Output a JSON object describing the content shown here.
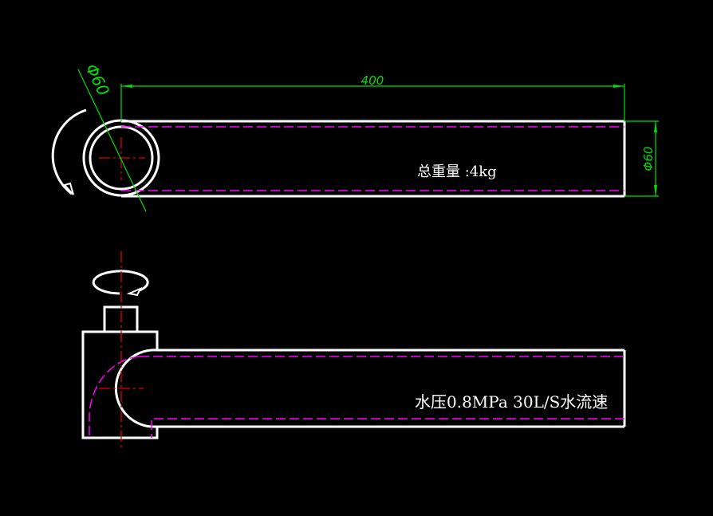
{
  "drawing": {
    "dimension_length": "400",
    "dimension_diameter_right": "Φ60",
    "dimension_diameter_circle": "Φ60",
    "weight_note": "总重量 :4kg",
    "pressure_note": "水压0.8MPa 30L/S水流速"
  },
  "colors": {
    "background": "#000000",
    "outline": "#ffffff",
    "hidden": "#ff00ff",
    "center": "#e00000",
    "dimension": "#00e000"
  }
}
